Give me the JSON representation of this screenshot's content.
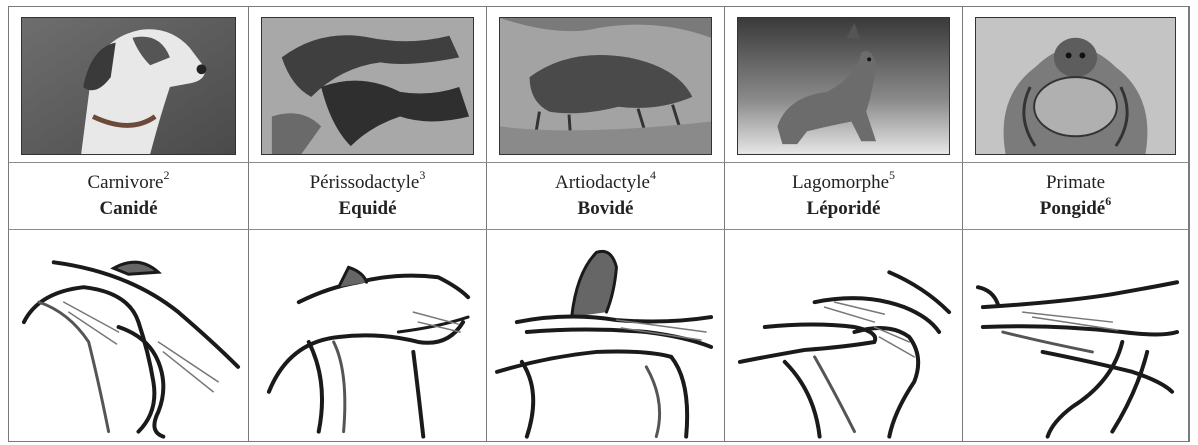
{
  "columns": [
    {
      "order": "Carnivore",
      "order_note": "2",
      "family": "Canidé",
      "family_note": "",
      "photo": "dog-photo",
      "sketch": "canid-larynx-sketch"
    },
    {
      "order": "Périssodactyle",
      "order_note": "3",
      "family": "Equidé",
      "family_note": "",
      "photo": "cave-painting-horses-photo",
      "sketch": "equid-larynx-sketch"
    },
    {
      "order": "Artiodactyle",
      "order_note": "4",
      "family": "Bovidé",
      "family_note": "",
      "photo": "cave-painting-bison-photo",
      "sketch": "bovid-larynx-sketch"
    },
    {
      "order": "Lagomorphe",
      "order_note": "5",
      "family": "Léporidé",
      "family_note": "",
      "photo": "hare-photo",
      "sketch": "leporid-larynx-sketch"
    },
    {
      "order": "Primate",
      "order_note": "",
      "family": "Pongidé",
      "family_note": "6",
      "photo": "orangutan-drawing",
      "sketch": "pongid-larynx-sketch"
    }
  ]
}
